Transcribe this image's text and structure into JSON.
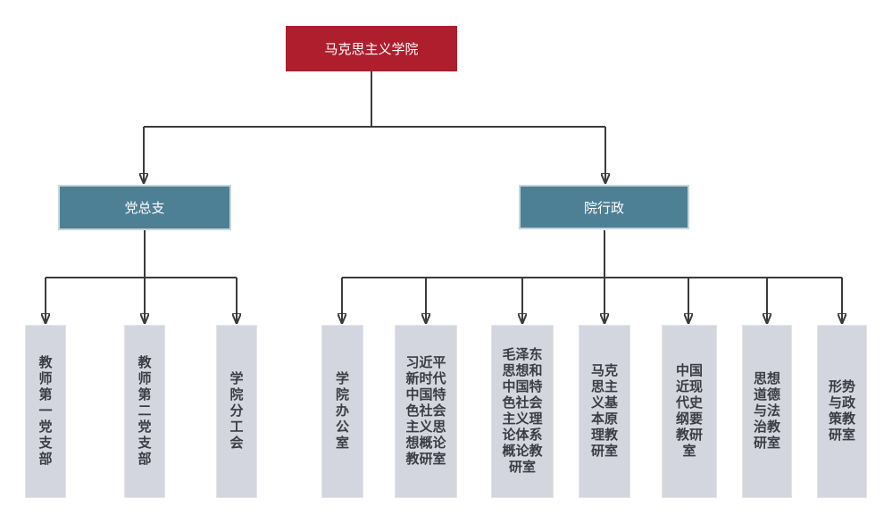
{
  "colors": {
    "root_bg": "#ae1e2d",
    "branch_bg": "#4d7f95",
    "branch_border": "#c5d6dd",
    "leaf_bg": "#d3d6de",
    "leaf_text": "#3a3d44",
    "connector": "#3b3b3d",
    "root_text": "#ffffff",
    "branch_text": "#ffffff"
  },
  "org": {
    "root": {
      "label": "马克思主义学院"
    },
    "branches": [
      {
        "label": "党总支",
        "children": [
          {
            "label": "教师第一党支部",
            "display": "教\n师\n第\n一\n党\n支\n部"
          },
          {
            "label": "教师第二党支部",
            "display": "教\n师\n第\n二\n党\n支\n部"
          },
          {
            "label": "学院分工会",
            "display": "学\n院\n分\n工\n会"
          }
        ]
      },
      {
        "label": "院行政",
        "children": [
          {
            "label": "学院办公室",
            "display": "学\n院\n办\n公\n室"
          },
          {
            "label": "习近平新时代中国特色社会主义思想概论教研室",
            "display": "习近平\n新时代\n中国特\n色社会\n主义思\n想概论\n教研室"
          },
          {
            "label": "毛泽东思想和中国特色社会主义理论体系概论教研室",
            "display": "毛泽东\n思想和\n中国特\n色社会\n主义理\n论体系\n概论教\n研室"
          },
          {
            "label": "马克思主义基本原理教研室",
            "display": "马克\n思主\n义基\n本原\n理教\n研室"
          },
          {
            "label": "中国近现代史纲要教研室",
            "display": "中国\n近现\n代史\n纲要\n教研\n室"
          },
          {
            "label": "思想道德与法治教研室",
            "display": "思想\n道德\n与法\n治教\n研室"
          },
          {
            "label": "形势与政策教研室",
            "display": "形势\n与政\n策教\n研室"
          }
        ]
      }
    ]
  }
}
